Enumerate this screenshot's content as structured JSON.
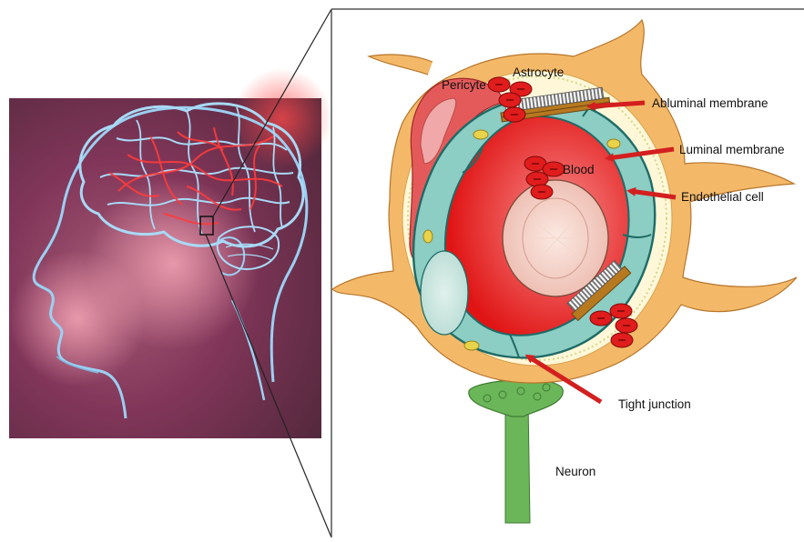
{
  "figure": {
    "labels": {
      "pericyte": "Pericyte",
      "astrocyte": "Astrocyte",
      "abluminal_membrane": "Abluminal membrane",
      "luminal_membrane": "Luminal membrane",
      "blood": "Blood",
      "endothelial_cell": "Endothelial cell",
      "tight_junction": "Tight junction",
      "neuron": "Neuron"
    },
    "colors": {
      "astrocyte": "#f3b969",
      "endothelium": "#8ccdc4",
      "endothelium_edge": "#1e6b66",
      "blood": "#e01c1c",
      "pericyte": "#e45a5a",
      "neuron": "#6cb65a",
      "arrow": "#d31f1f",
      "brain_outline": "#9ad0f2",
      "background_photo": "#8a3a63"
    }
  }
}
